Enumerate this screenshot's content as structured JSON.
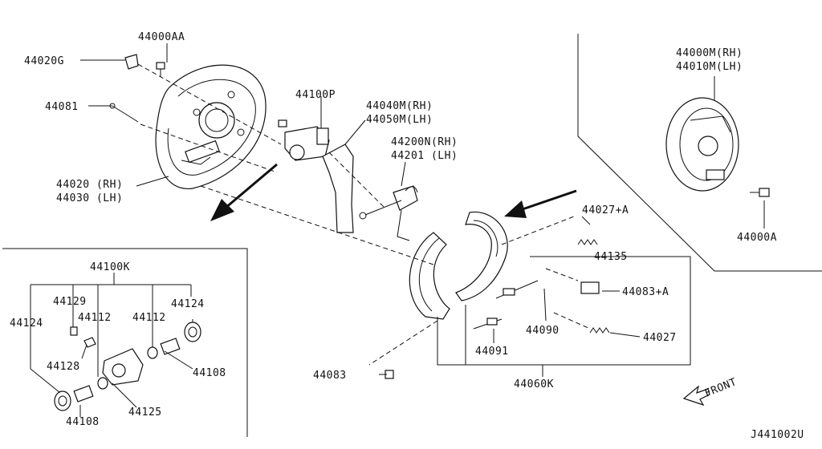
{
  "labels": {
    "p44000AA": "44000AA",
    "p44020G": "44020G",
    "p44081": "44081",
    "p44020": "44020 (RH)",
    "p44030": "44030 (LH)",
    "p44100P": "44100P",
    "p44040M": "44040M(RH)",
    "p44050M": "44050M(LH)",
    "p44200N": "44200N(RH)",
    "p44201": "44201  (LH)",
    "p44000M": "44000M(RH)",
    "p44010M": "44010M(LH)",
    "p44000A": "44000A",
    "p44027A": "44027+A",
    "p44135": "44135",
    "p44083A": "44083+A",
    "p44090": "44090",
    "p44027": "44027",
    "p44091": "44091",
    "p44083": "44083",
    "p44060K": "44060K",
    "p44100K": "44100K",
    "p44129": "44129",
    "p44124a": "44124",
    "p44124b": "44124",
    "p44112a": "44112",
    "p44112b": "44112",
    "p44128": "44128",
    "p44108a": "44108",
    "p44108b": "44108",
    "p44125": "44125",
    "front": "FRONT",
    "diagram_id": "J441002U"
  }
}
